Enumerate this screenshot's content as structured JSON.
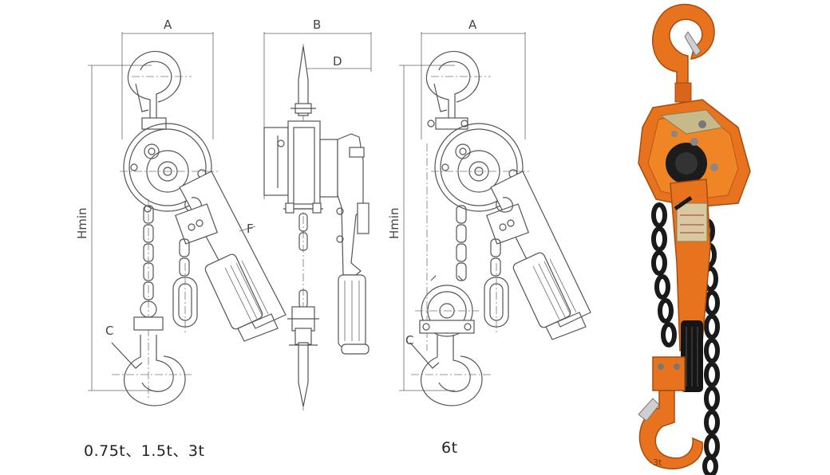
{
  "labels": {
    "dim_a": "A",
    "dim_b": "B",
    "dim_d": "D",
    "dim_hmin": "Hmin",
    "dim_a_right": "A",
    "dim_hmin_right": "Hmin",
    "dim_f": "F",
    "dim_c": "C",
    "dim_c_right": "C"
  },
  "captions": {
    "left": "0.75t、1.5t、3t",
    "right": "6t"
  },
  "photo": {
    "body_color": "#e8731f",
    "chain_color": "#1a1a1a",
    "label_text": "3t"
  }
}
